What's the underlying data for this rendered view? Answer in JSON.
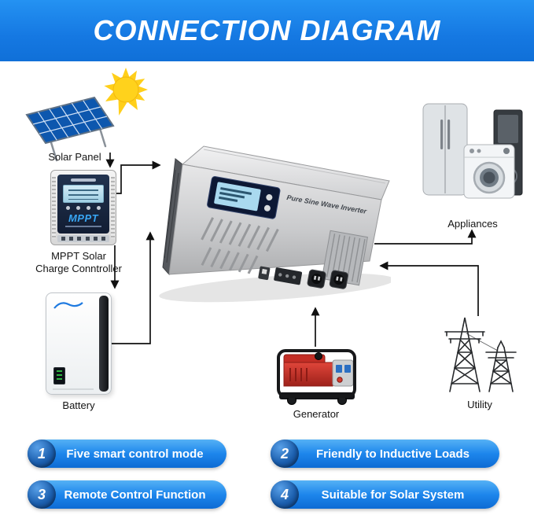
{
  "header": {
    "title": "CONNECTION DIAGRAM"
  },
  "diagram": {
    "solar_panel_label": "Solar Panel",
    "mppt_label_line1": "MPPT Solar",
    "mppt_label_line2": "Charge Conntroller",
    "battery_label": "Battery",
    "appliances_label": "Appliances",
    "generator_label": "Generator",
    "utility_label": "Utility",
    "mppt_device_text": "MPPT",
    "inverter_device_text": "Pure Sine Wave Inverter"
  },
  "features": [
    {
      "num": "1",
      "label": "Five smart control mode"
    },
    {
      "num": "2",
      "label": "Friendly to Inductive Loads"
    },
    {
      "num": "3",
      "label": "Remote Control Function"
    },
    {
      "num": "4",
      "label": "Suitable for Solar System"
    }
  ],
  "colors": {
    "header_blue": "#1578e2",
    "pill_blue": "#1d86ec",
    "badge_blue": "#0c3a74",
    "sun_yellow": "#ffd21c",
    "panel_blue": "#0d57ae",
    "generator_red": "#c5302a",
    "arrow_black": "#111111"
  }
}
